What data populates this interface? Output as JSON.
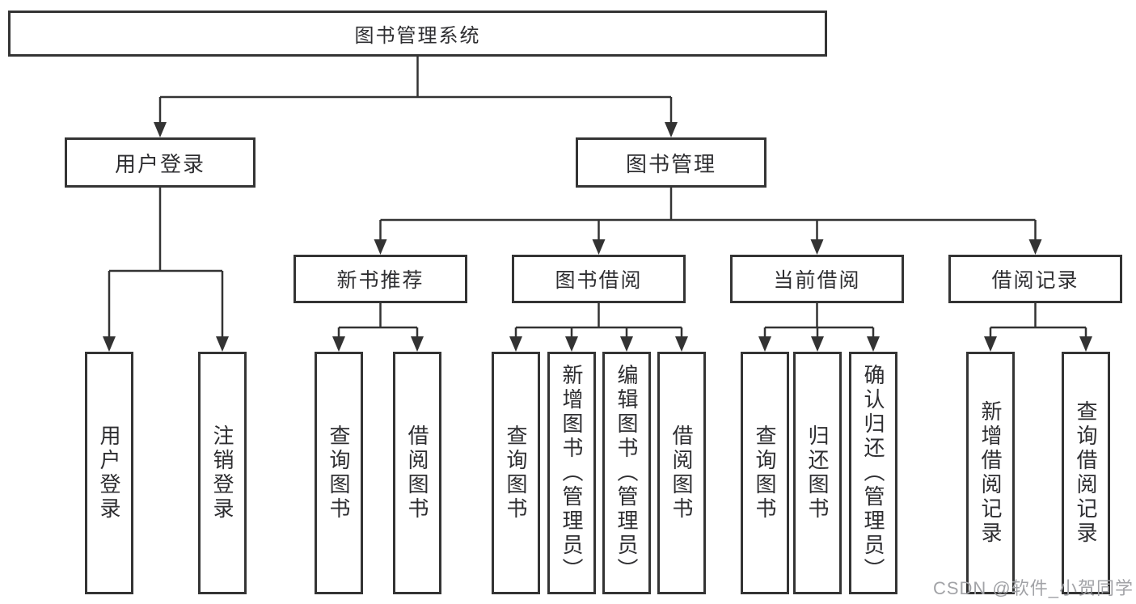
{
  "nodes": {
    "root": "图书管理系统",
    "level2": {
      "user_login": "用户登录",
      "book_mgmt": "图书管理"
    },
    "level3": {
      "new_book": "新书推荐",
      "book_borrow": "图书借阅",
      "current_borrow": "当前借阅",
      "borrow_record": "借阅记录"
    },
    "leaves": {
      "user_login": [
        "用户登录",
        "注销登录"
      ],
      "new_book": [
        "查询图书",
        "借阅图书"
      ],
      "book_borrow": [
        "查询图书",
        "新增图书（管理员）",
        "编辑图书（管理员）",
        "借阅图书"
      ],
      "current_borrow": [
        "查询图书",
        "归还图书",
        "确认归还（管理员）"
      ],
      "borrow_record": [
        "新增借阅记录",
        "查询借阅记录"
      ]
    }
  },
  "watermark": "CSDN @软件_小贺同学",
  "colors": {
    "line": "#333333",
    "border": "#343434",
    "box_bg": "#ffffff",
    "text": "#2e2e31",
    "watermark": "#a2a3a7"
  }
}
